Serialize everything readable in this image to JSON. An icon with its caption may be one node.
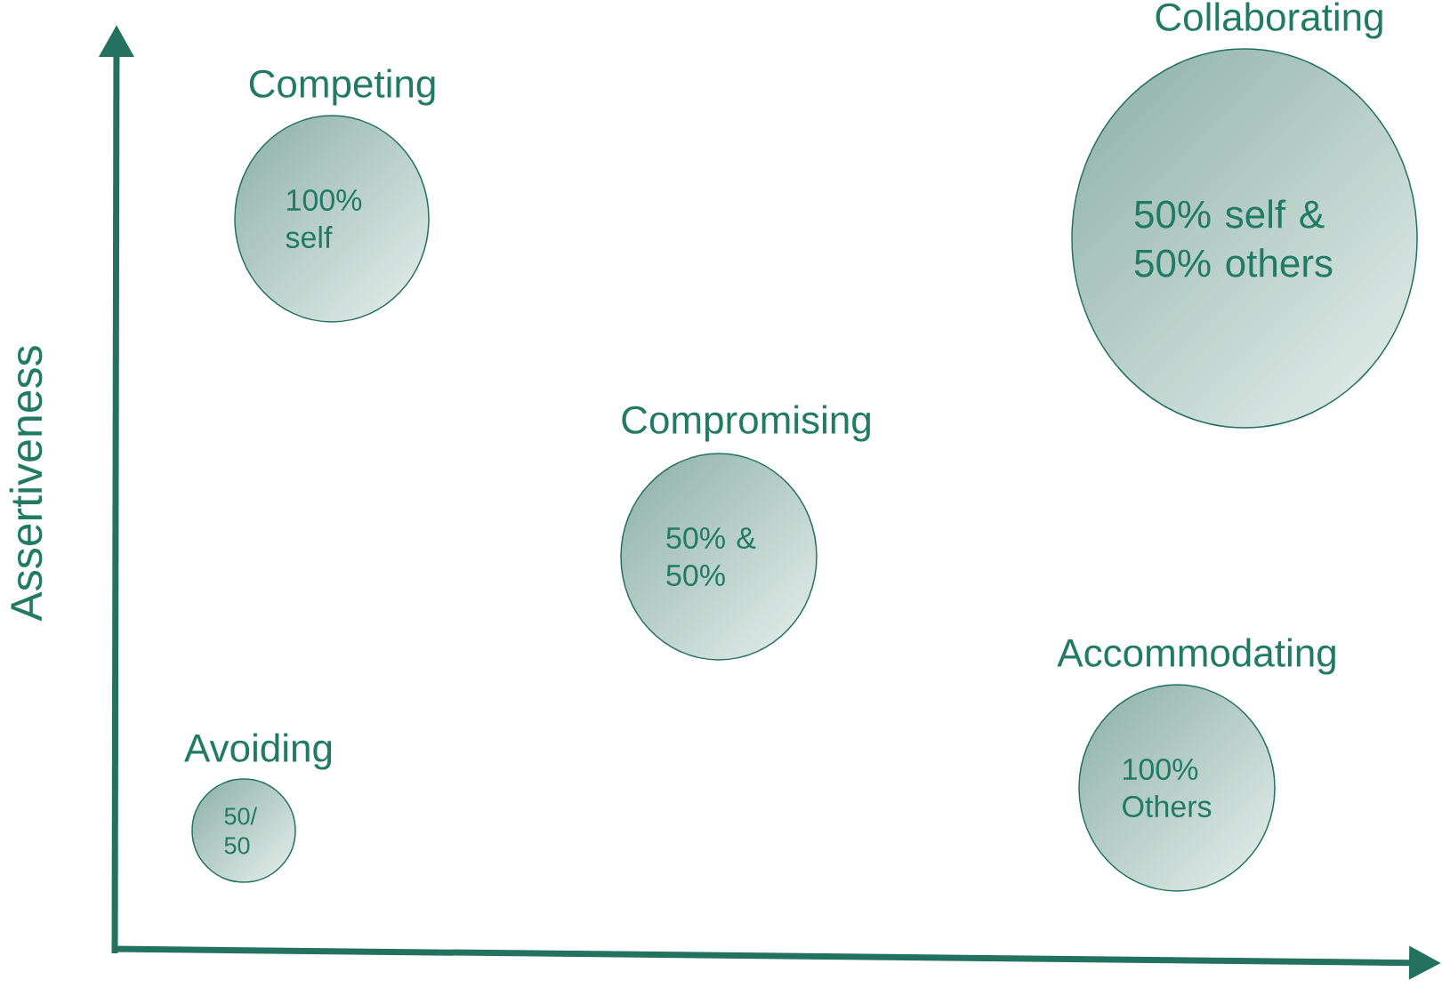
{
  "diagram": {
    "nodes": [
      {
        "text": [
          "Collaborating",
          "50% self & 50% others"
        ]
      },
      {
        "text": [
          "Competing",
          "100% self"
        ]
      },
      {
        "text": [
          "Compromising",
          "50% & 50%"
        ]
      },
      {
        "text": [
          "Accommodating",
          "100% Others"
        ]
      },
      {
        "text": [
          "Avoiding",
          "50/ 50"
        ]
      }
    ],
    "labels": [
      "Assertiveness"
    ]
  }
}
